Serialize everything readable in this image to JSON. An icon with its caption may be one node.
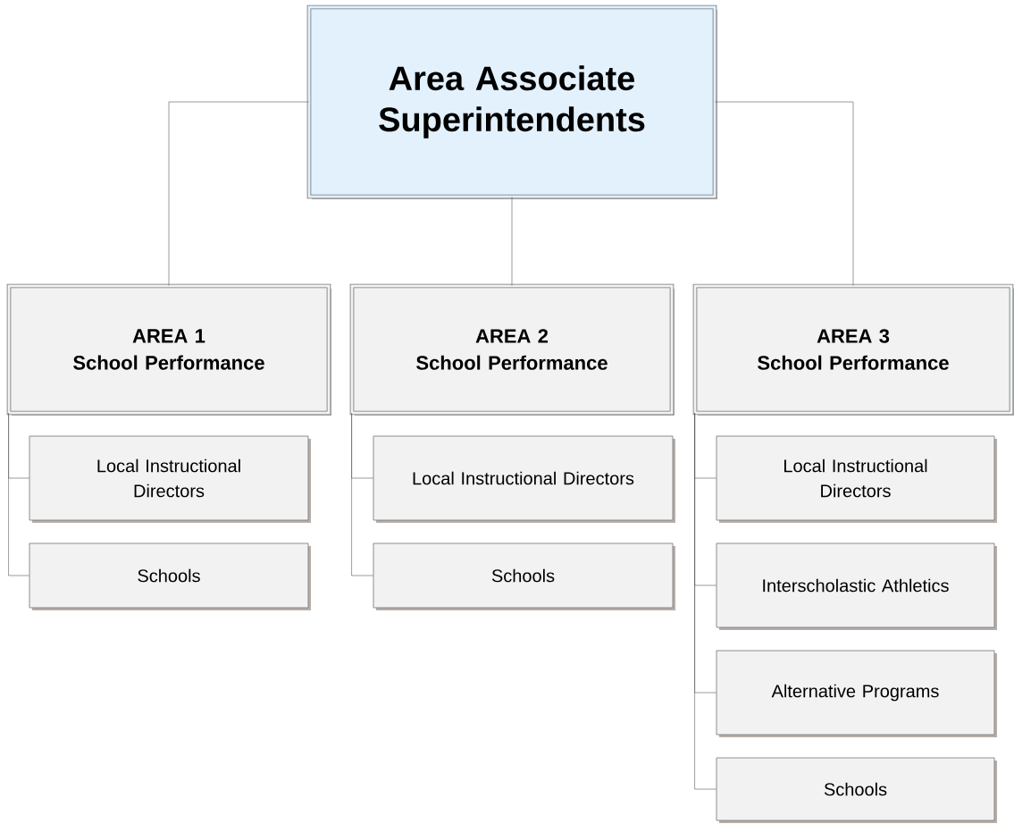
{
  "diagram": {
    "nodes": [
      {
        "text": [
          "Area Associate Superintendents"
        ]
      },
      {
        "text": [
          "AREA 1",
          "School Performance"
        ]
      },
      {
        "text": [
          "Local Instructional Directors"
        ]
      },
      {
        "text": [
          "Schools"
        ]
      },
      {
        "text": [
          "AREA 2",
          "School Performance"
        ]
      },
      {
        "text": [
          "Local Instructional Directors"
        ]
      },
      {
        "text": [
          "Schools"
        ]
      },
      {
        "text": [
          "AREA 3",
          "School Performance"
        ]
      },
      {
        "text": [
          "Local Instructional Directors"
        ]
      },
      {
        "text": [
          "Interscholastic Athletics"
        ]
      },
      {
        "text": [
          "Alternative Programs"
        ]
      },
      {
        "text": [
          "Schools"
        ]
      }
    ],
    "edges": [
      {
        "from": 0,
        "to": 1,
        "arrow": "none"
      },
      {
        "from": 0,
        "to": 4,
        "arrow": "none"
      },
      {
        "from": 0,
        "to": 7,
        "arrow": "none"
      },
      {
        "from": 1,
        "to": 2,
        "arrow": "none"
      },
      {
        "from": 1,
        "to": 3,
        "arrow": "none"
      },
      {
        "from": 4,
        "to": 5,
        "arrow": "none"
      },
      {
        "from": 4,
        "to": 6,
        "arrow": "none"
      },
      {
        "from": 7,
        "to": 8,
        "arrow": "none"
      },
      {
        "from": 7,
        "to": 9,
        "arrow": "none"
      },
      {
        "from": 7,
        "to": 10,
        "arrow": "none"
      },
      {
        "from": 7,
        "to": 11,
        "arrow": "none"
      }
    ]
  }
}
